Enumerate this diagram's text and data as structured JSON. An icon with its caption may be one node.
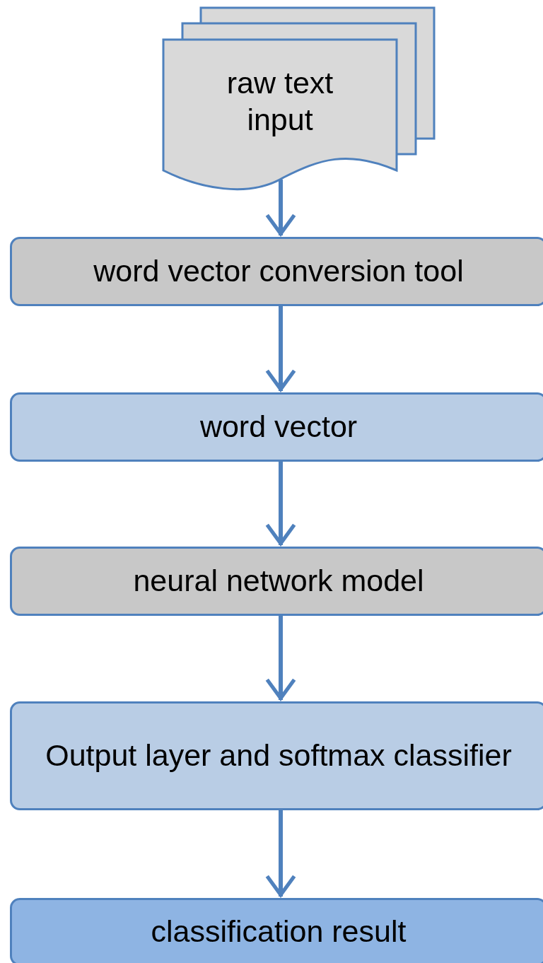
{
  "diagram": {
    "nodes": [
      {
        "text": [
          "raw text input"
        ]
      },
      {
        "text": [
          "word vector conversion tool"
        ]
      },
      {
        "text": [
          "word vector"
        ]
      },
      {
        "text": [
          "neural network model"
        ]
      },
      {
        "text": [
          "Output layer and softmax classifier"
        ]
      },
      {
        "text": [
          "classification result"
        ]
      }
    ],
    "edges": [
      {
        "from": 0,
        "to": 1,
        "arrow": "to"
      },
      {
        "from": 1,
        "to": 2,
        "arrow": "to"
      },
      {
        "from": 2,
        "to": 3,
        "arrow": "to"
      },
      {
        "from": 3,
        "to": 4,
        "arrow": "to"
      },
      {
        "from": 4,
        "to": 5,
        "arrow": "to"
      }
    ]
  }
}
